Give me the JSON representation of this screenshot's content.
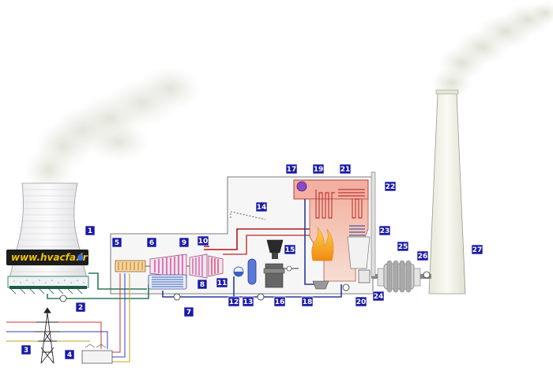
{
  "watermark": "www.hvacfa.ir",
  "colors": {
    "label_box": "#1a1aa6",
    "hot_pipe": "#b01818",
    "cold_pipe": "#2a3a9a",
    "green_pipe": "#2a7a5a",
    "boiler_fill": "#f2c8b8",
    "stack_fill": "#f4f4ee",
    "smoke": "#c8cbb8"
  },
  "labels": [
    {
      "id": "label-1",
      "text": "1"
    },
    {
      "id": "label-2",
      "text": "2"
    },
    {
      "id": "label-3",
      "text": "3"
    },
    {
      "id": "label-4",
      "text": "4"
    },
    {
      "id": "label-5",
      "text": "5"
    },
    {
      "id": "label-6",
      "text": "6"
    },
    {
      "id": "label-7",
      "text": "7"
    },
    {
      "id": "label-8",
      "text": "8"
    },
    {
      "id": "label-9",
      "text": "9"
    },
    {
      "id": "label-10",
      "text": "10"
    },
    {
      "id": "label-11",
      "text": "11"
    },
    {
      "id": "label-12",
      "text": "12"
    },
    {
      "id": "label-13",
      "text": "13"
    },
    {
      "id": "label-14",
      "text": "14"
    },
    {
      "id": "label-15",
      "text": "15"
    },
    {
      "id": "label-16",
      "text": "16"
    },
    {
      "id": "label-17",
      "text": "17"
    },
    {
      "id": "label-18",
      "text": "18"
    },
    {
      "id": "label-19",
      "text": "19"
    },
    {
      "id": "label-20",
      "text": "20"
    },
    {
      "id": "label-21",
      "text": "21"
    },
    {
      "id": "label-22",
      "text": "22"
    },
    {
      "id": "label-23",
      "text": "23"
    },
    {
      "id": "label-24",
      "text": "24"
    },
    {
      "id": "label-25",
      "text": "25"
    },
    {
      "id": "label-26",
      "text": "26"
    },
    {
      "id": "label-27",
      "text": "27"
    }
  ]
}
